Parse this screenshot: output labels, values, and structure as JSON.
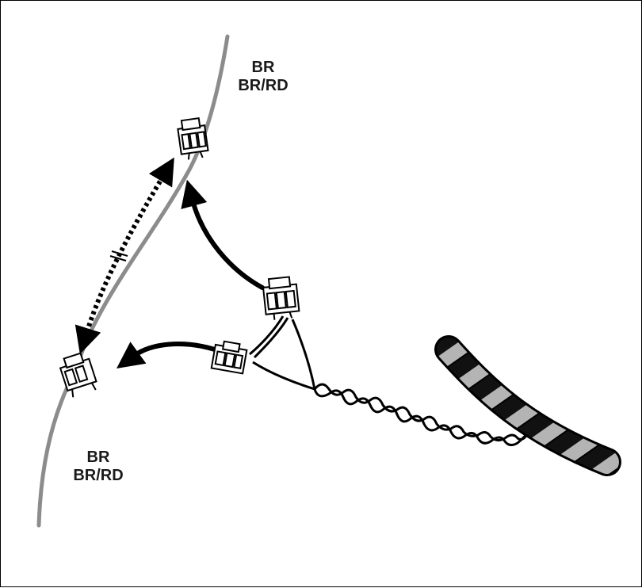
{
  "labels": {
    "top": {
      "line1": "BR",
      "line2": "BR/RD"
    },
    "bottom": {
      "line1": "BR",
      "line2": "BR/RD"
    }
  },
  "colors": {
    "outline": "#000000",
    "harness_wire": "#8c8c8c",
    "conduit_tape": "#b4b4b4",
    "text": "#1a1a1a"
  },
  "icons": [
    "connector-icon",
    "arrow-icon",
    "twisted-pair-icon",
    "conduit-icon"
  ]
}
